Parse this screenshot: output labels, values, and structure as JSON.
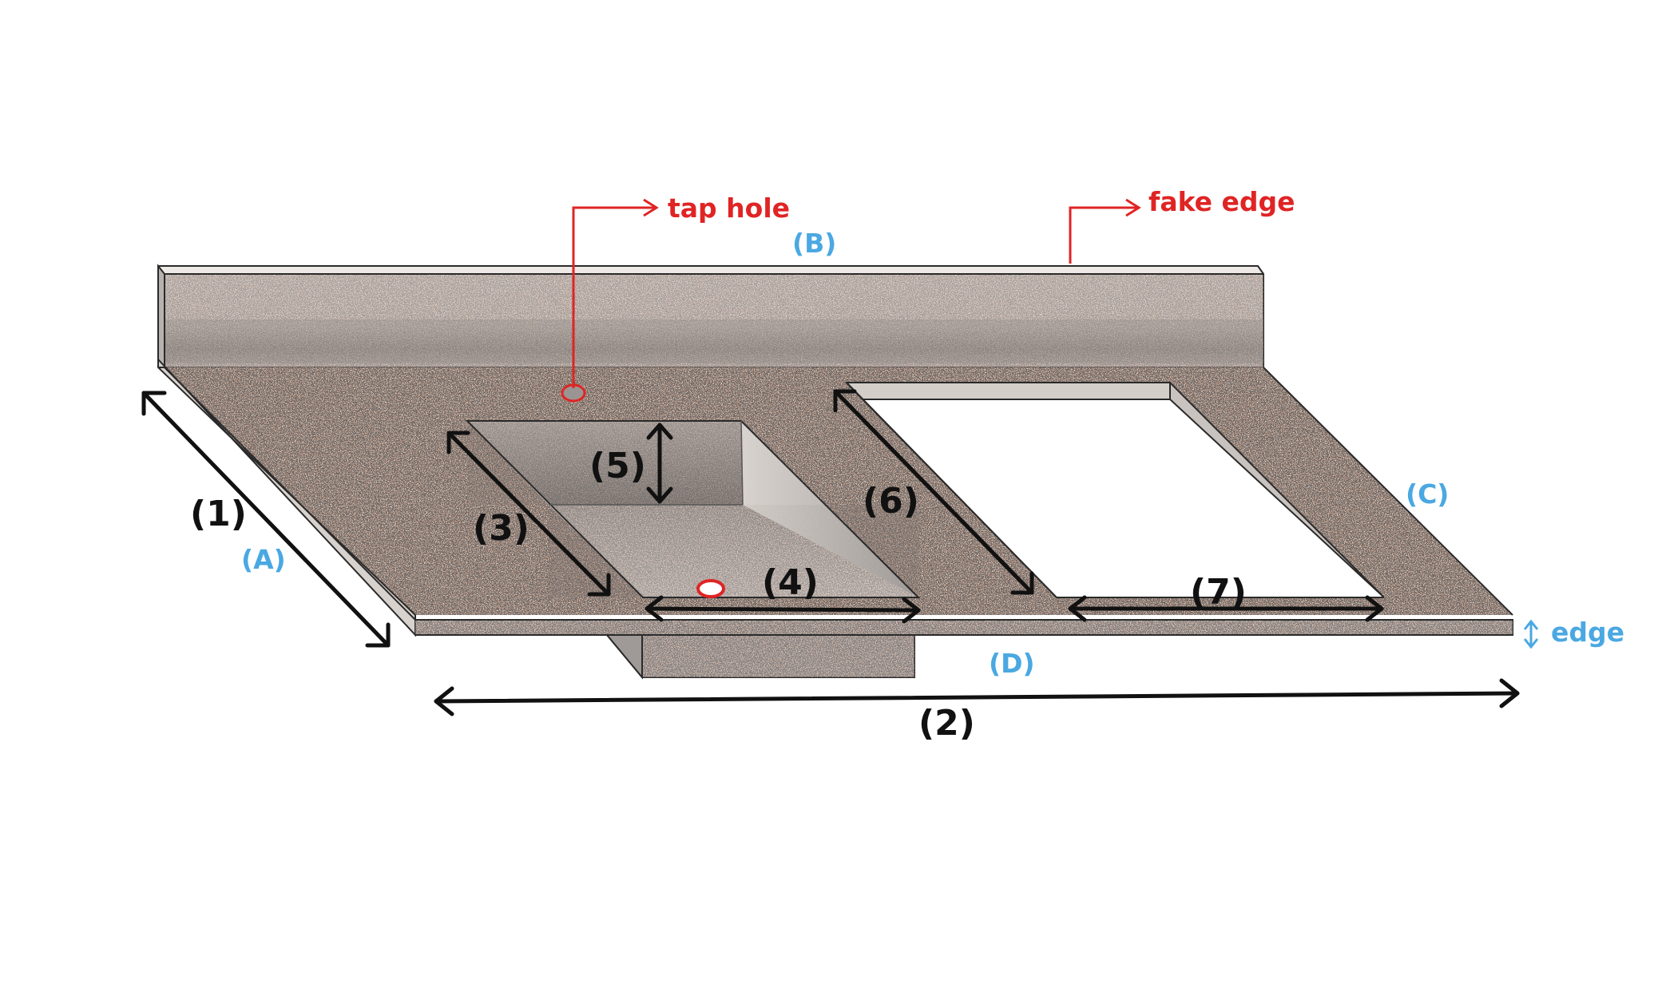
{
  "colors": {
    "dimension": "#111111",
    "side_label": "#4aa8e2",
    "annotation": "#e02424",
    "stone_base": "#ece6e2",
    "stone_dark": "#2b2b2b",
    "stone_rust": "#c47a55",
    "outline": "#2a2a2a"
  },
  "annotations": {
    "tap_hole": "tap hole",
    "fake_edge": "fake edge"
  },
  "side_labels": {
    "a": "(A)",
    "b": "(B)",
    "c": "(C)",
    "d": "(D)",
    "edge": "edge"
  },
  "dimensions": {
    "d1": "(1)",
    "d2": "(2)",
    "d3": "(3)",
    "d4": "(4)",
    "d5": "(5)",
    "d6": "(6)",
    "d7": "(7)"
  },
  "icons": {
    "edge_indicator": "double-arrow-vertical-icon"
  }
}
